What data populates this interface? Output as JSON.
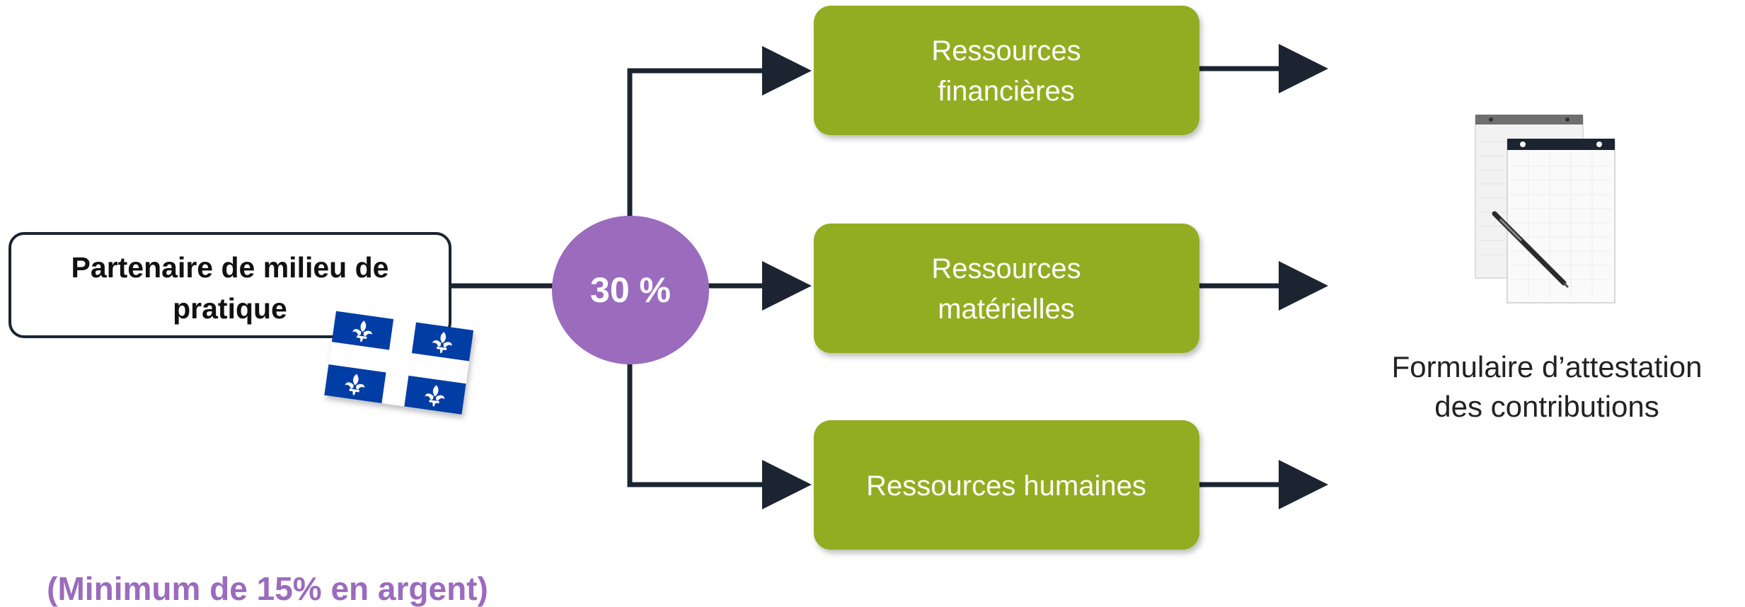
{
  "partner": {
    "line1": "Partenaire de milieu de",
    "line2": "pratique",
    "flag_icon": "quebec-flag-icon"
  },
  "percentage": "30 %",
  "resources": {
    "financial": [
      "Ressources",
      "financières"
    ],
    "material": [
      "Ressources",
      "matérielles"
    ],
    "human": "Ressources humaines"
  },
  "form": {
    "line1": "Formulaire d’attestation",
    "line2": "des contributions",
    "icon": "notepad-pen-icon"
  },
  "minimum_note": "(Minimum de 15% en argent)",
  "colors": {
    "resource_box": "#92ad24",
    "percent_circle": "#9b6bbd",
    "arrows": "#1b2430",
    "flag_blue": "#003da5",
    "note_text": "#9b6bbd"
  }
}
